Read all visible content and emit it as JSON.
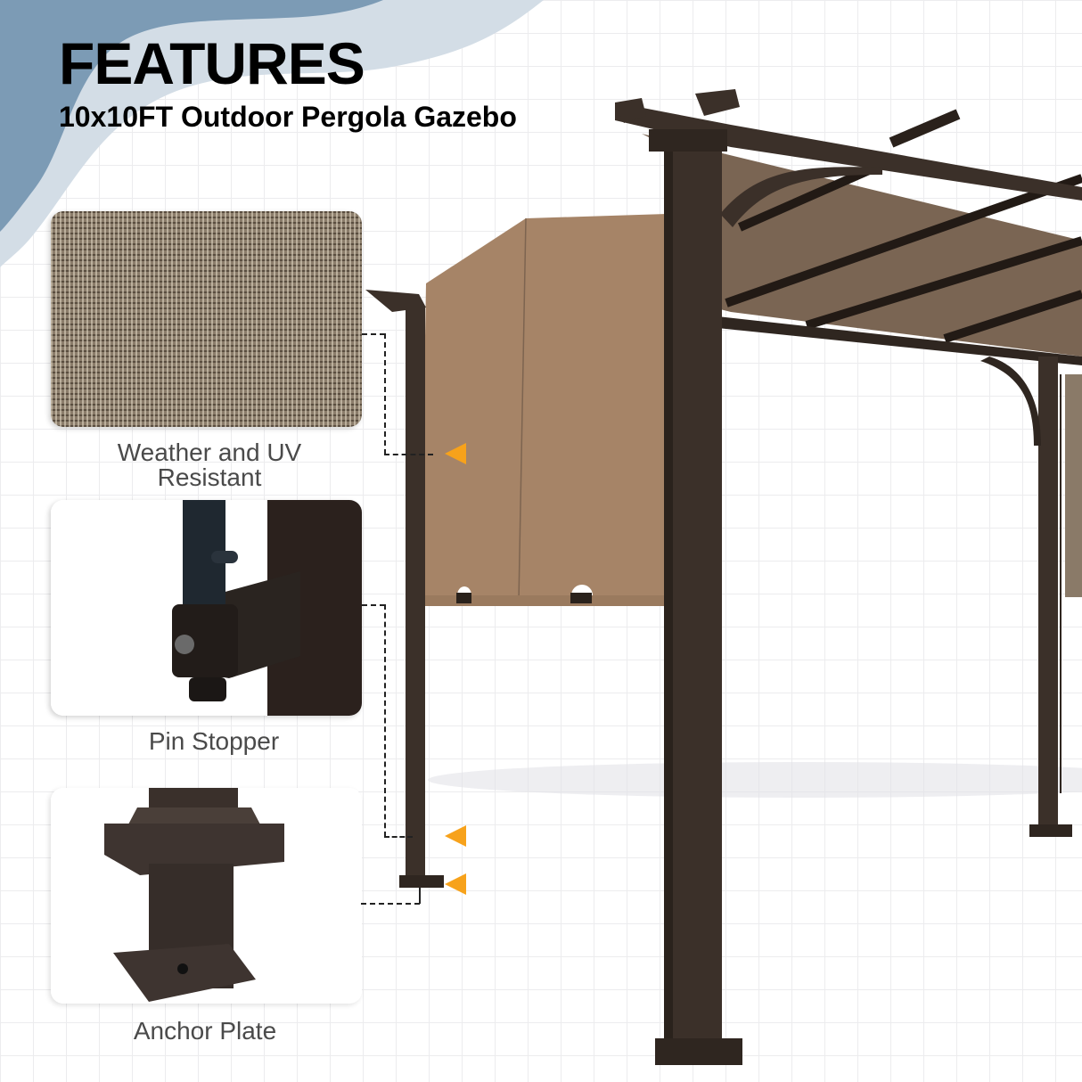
{
  "header": {
    "title": "FEATURES",
    "subtitle": "10x10FT Outdoor Pergola Gazebo"
  },
  "features": [
    {
      "label_line1": "Weather and UV",
      "label_line2": "Resistant",
      "icon": "fabric-mesh-closeup"
    },
    {
      "label": "Pin Stopper",
      "icon": "pin-stopper-closeup"
    },
    {
      "label": "Anchor Plate",
      "icon": "anchor-plate-closeup"
    }
  ],
  "colors": {
    "accent_arrow": "#f7a21b",
    "frame": "#3b3029",
    "canopy": "#8a6f56",
    "blob_dark": "#7c9bb5",
    "blob_light": "#d3dde6",
    "caption_text": "#4a4a4a"
  }
}
